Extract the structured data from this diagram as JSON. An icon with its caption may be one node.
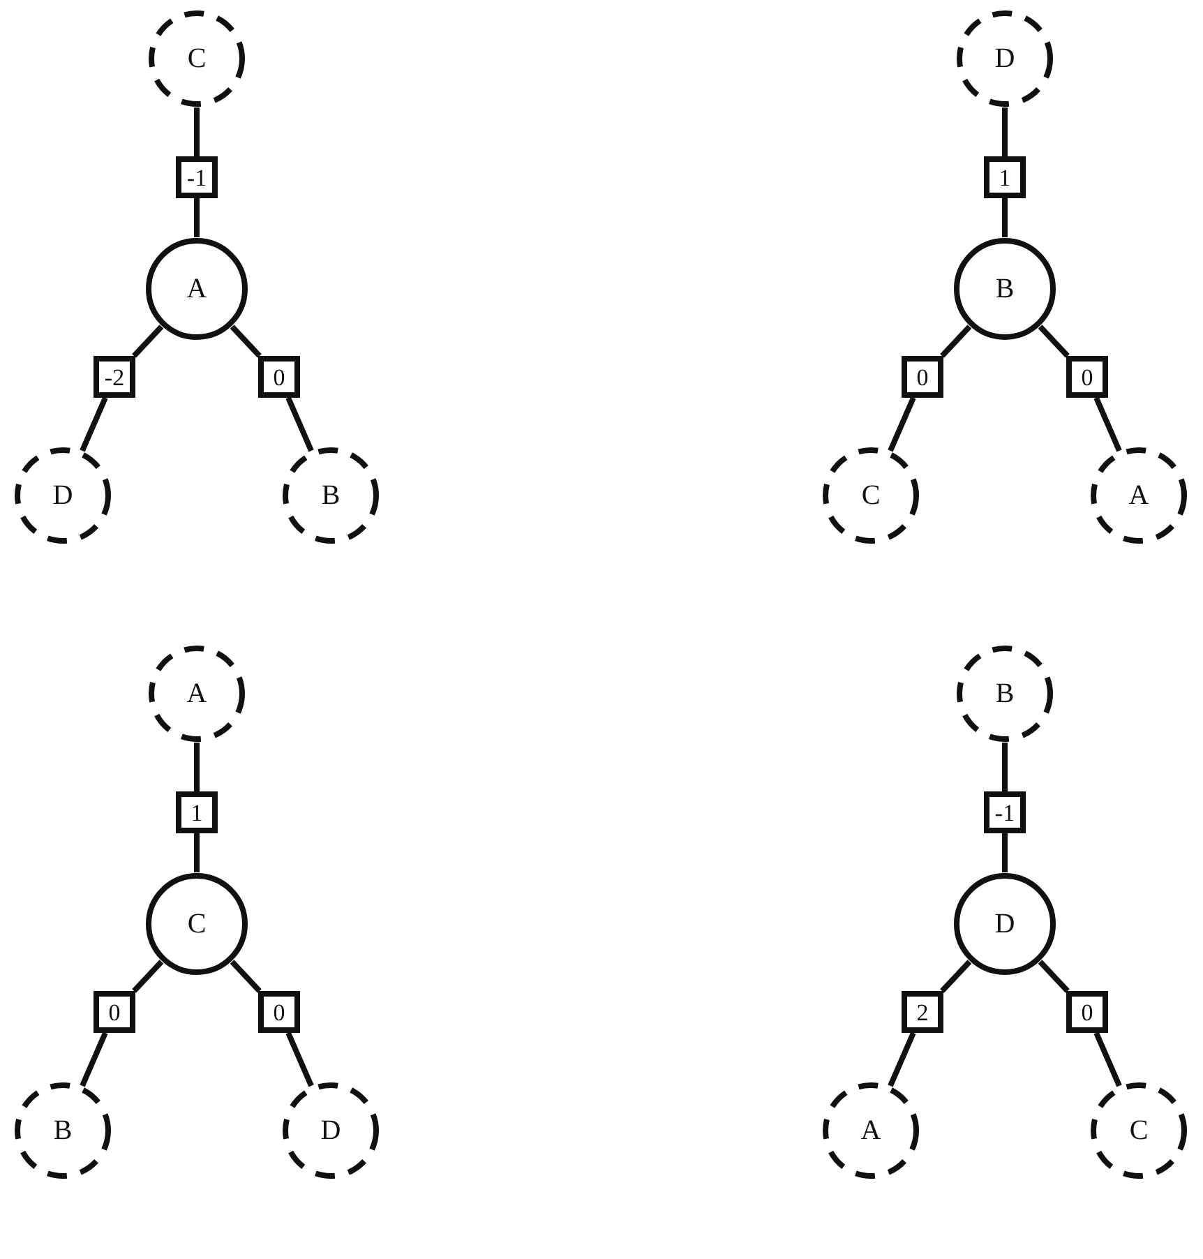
{
  "diagram": {
    "nodes": [
      {
        "text": [
          "C"
        ]
      },
      {
        "text": [
          "-1"
        ]
      },
      {
        "text": [
          "A"
        ]
      },
      {
        "text": [
          "-2"
        ]
      },
      {
        "text": [
          "0"
        ]
      },
      {
        "text": [
          "D"
        ]
      },
      {
        "text": [
          "B"
        ]
      },
      {
        "text": [
          "D"
        ]
      },
      {
        "text": [
          "1"
        ]
      },
      {
        "text": [
          "B"
        ]
      },
      {
        "text": [
          "0"
        ]
      },
      {
        "text": [
          "0"
        ]
      },
      {
        "text": [
          "C"
        ]
      },
      {
        "text": [
          "A"
        ]
      },
      {
        "text": [
          "A"
        ]
      },
      {
        "text": [
          "1"
        ]
      },
      {
        "text": [
          "C"
        ]
      },
      {
        "text": [
          "0"
        ]
      },
      {
        "text": [
          "0"
        ]
      },
      {
        "text": [
          "B"
        ]
      },
      {
        "text": [
          "D"
        ]
      },
      {
        "text": [
          "B"
        ]
      },
      {
        "text": [
          "-1"
        ]
      },
      {
        "text": [
          "D"
        ]
      },
      {
        "text": [
          "2"
        ]
      },
      {
        "text": [
          "0"
        ]
      },
      {
        "text": [
          "A"
        ]
      },
      {
        "text": [
          "C"
        ]
      }
    ],
    "edges": [
      {
        "from": 2,
        "to": 1,
        "arrow": "none"
      },
      {
        "from": 1,
        "to": 0,
        "arrow": "none"
      },
      {
        "from": 2,
        "to": 3,
        "arrow": "none"
      },
      {
        "from": 3,
        "to": 5,
        "arrow": "none"
      },
      {
        "from": 2,
        "to": 4,
        "arrow": "none"
      },
      {
        "from": 4,
        "to": 6,
        "arrow": "none"
      },
      {
        "from": 9,
        "to": 8,
        "arrow": "none"
      },
      {
        "from": 8,
        "to": 7,
        "arrow": "none"
      },
      {
        "from": 9,
        "to": 10,
        "arrow": "none"
      },
      {
        "from": 10,
        "to": 12,
        "arrow": "none"
      },
      {
        "from": 9,
        "to": 11,
        "arrow": "none"
      },
      {
        "from": 11,
        "to": 13,
        "arrow": "none"
      },
      {
        "from": 16,
        "to": 15,
        "arrow": "none"
      },
      {
        "from": 15,
        "to": 14,
        "arrow": "none"
      },
      {
        "from": 16,
        "to": 17,
        "arrow": "none"
      },
      {
        "from": 17,
        "to": 19,
        "arrow": "none"
      },
      {
        "from": 16,
        "to": 18,
        "arrow": "none"
      },
      {
        "from": 18,
        "to": 20,
        "arrow": "none"
      },
      {
        "from": 23,
        "to": 22,
        "arrow": "none"
      },
      {
        "from": 22,
        "to": 21,
        "arrow": "none"
      },
      {
        "from": 23,
        "to": 24,
        "arrow": "none"
      },
      {
        "from": 24,
        "to": 26,
        "arrow": "none"
      },
      {
        "from": 23,
        "to": 25,
        "arrow": "none"
      },
      {
        "from": 25,
        "to": 27,
        "arrow": "none"
      }
    ]
  }
}
